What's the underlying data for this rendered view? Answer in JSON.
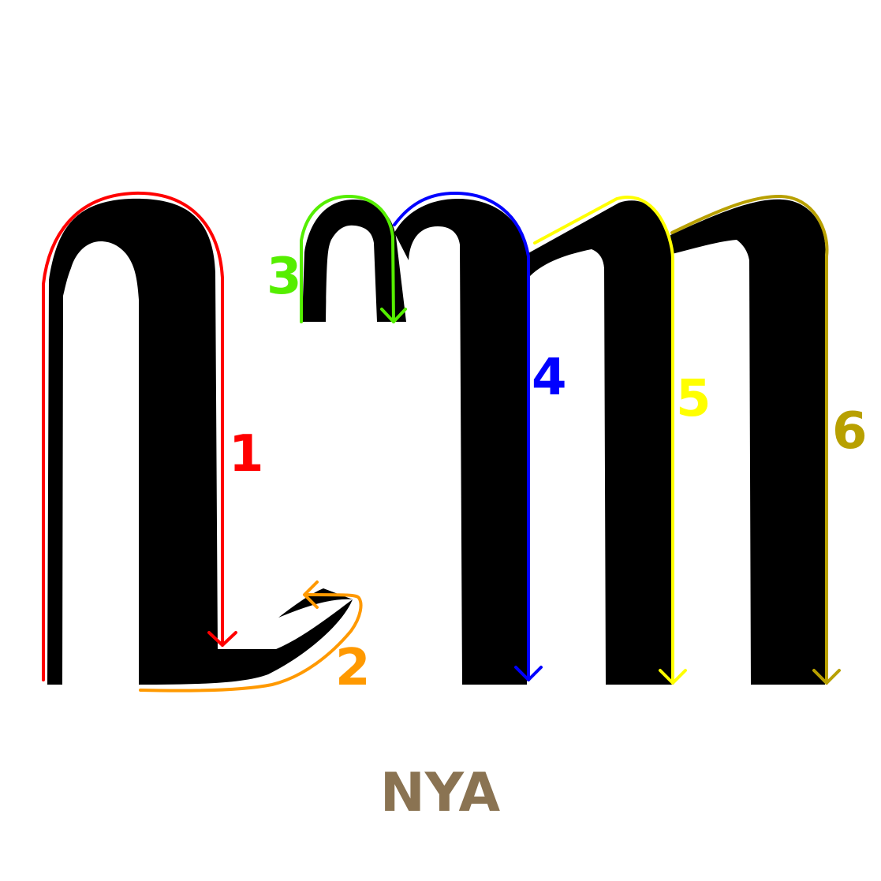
{
  "caption": "NYA",
  "strokes": [
    {
      "label": "1",
      "color": "#ff0000"
    },
    {
      "label": "2",
      "color": "#ff9900"
    },
    {
      "label": "3",
      "color": "#55ee00"
    },
    {
      "label": "4",
      "color": "#0000ff"
    },
    {
      "label": "5",
      "color": "#ffff00"
    },
    {
      "label": "6",
      "color": "#b8a000"
    }
  ]
}
